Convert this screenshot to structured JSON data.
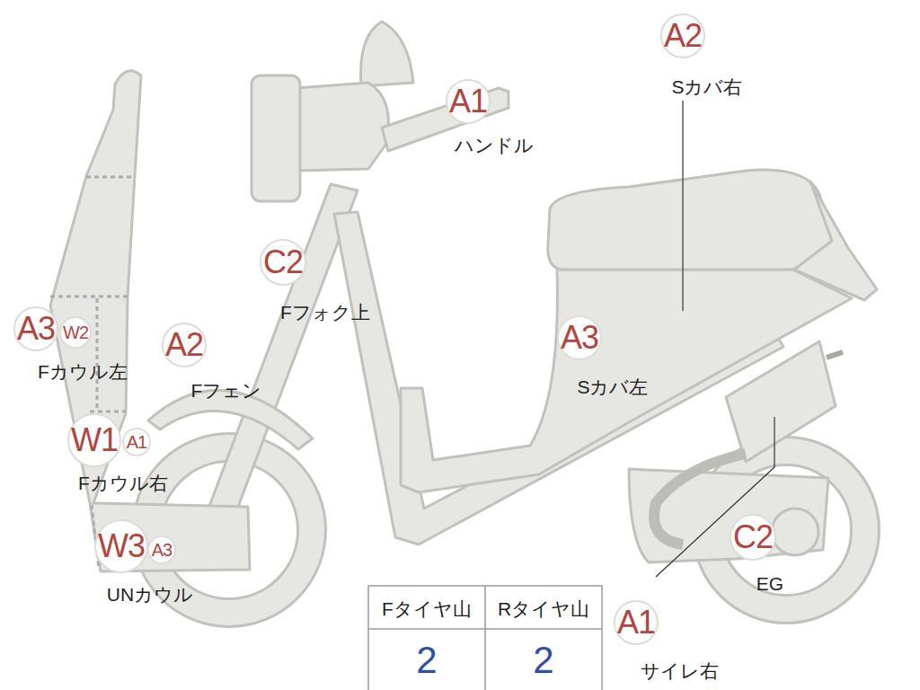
{
  "diagram": {
    "nodes": [
      {
        "text": [
          "A1",
          "ハンドル"
        ]
      },
      {
        "text": [
          "A2",
          "Sカバ右"
        ]
      },
      {
        "text": [
          "C2",
          "Fフォク上"
        ]
      },
      {
        "text": [
          "A3",
          "Fカウル左"
        ]
      },
      {
        "text": [
          "W2"
        ]
      },
      {
        "text": [
          "A2",
          "Fフェン"
        ]
      },
      {
        "text": [
          "A3",
          "Sカバ左"
        ]
      },
      {
        "text": [
          "W1",
          "Fカウル右"
        ]
      },
      {
        "text": [
          "A1"
        ]
      },
      {
        "text": [
          "W3",
          "UNカウル"
        ]
      },
      {
        "text": [
          "A3"
        ]
      },
      {
        "text": [
          "C2",
          "EG"
        ]
      },
      {
        "text": [
          "A1",
          "サイレ右"
        ]
      }
    ],
    "labels": [
      "Fタイヤ山",
      "Rタイヤ山",
      "2",
      "2"
    ]
  }
}
